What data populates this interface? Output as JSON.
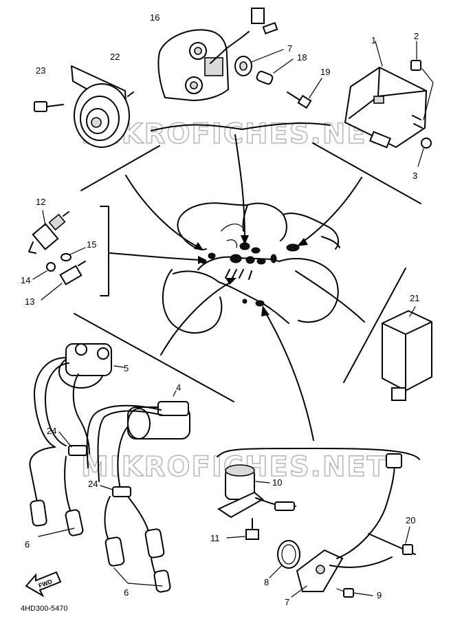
{
  "watermark": {
    "top": "MIKROFICHES.NET",
    "bottom": "MIKROFICHES.NET"
  },
  "diagram_code": "4HD300-5470",
  "fwd_label": "FWD",
  "callouts": {
    "c1": "1",
    "c2": "2",
    "c3": "3",
    "c4": "4",
    "c5": "5",
    "c6a": "6",
    "c6b": "6",
    "c7a": "7",
    "c7b": "7",
    "c8": "8",
    "c9": "9",
    "c10": "10",
    "c11": "11",
    "c12": "12",
    "c13": "13",
    "c14": "14",
    "c15": "15",
    "c16": "16",
    "c18": "18",
    "c19": "19",
    "c20": "20",
    "c21": "21",
    "c22": "22",
    "c23": "23",
    "c24a": "24",
    "c24b": "24"
  }
}
